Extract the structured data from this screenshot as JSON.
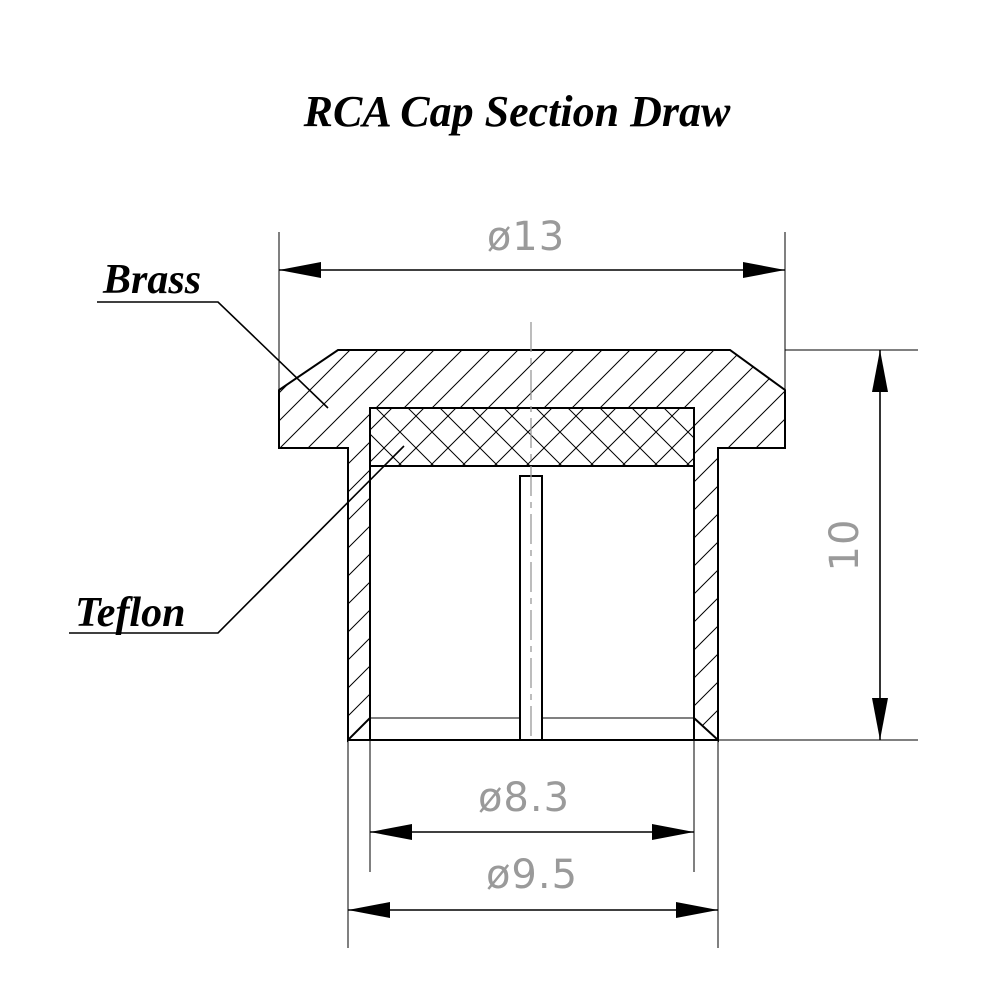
{
  "title": "RCA Cap Section Draw",
  "labels": {
    "brass": "Brass",
    "teflon": "Teflon"
  },
  "dimensions": {
    "outer_diameter": "ø13",
    "inner_diameter": "ø8.3",
    "body_diameter": "ø9.5",
    "height": "10"
  }
}
